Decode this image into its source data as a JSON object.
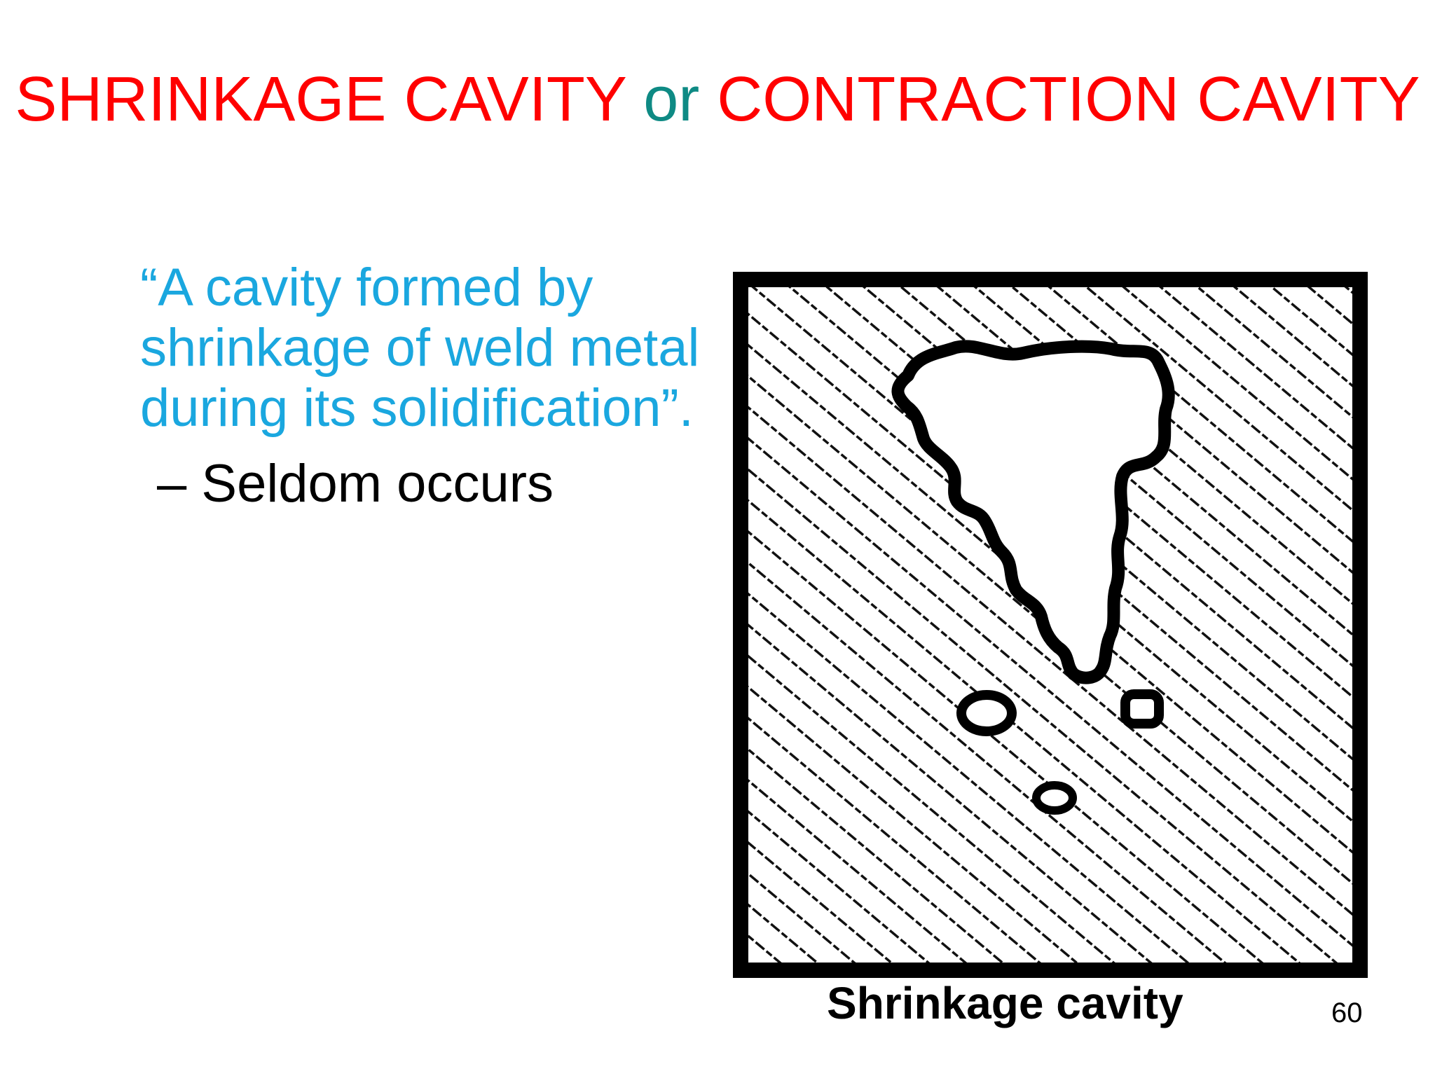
{
  "slide": {
    "title_part1": "SHRINKAGE CAVITY ",
    "title_connector": "or",
    "title_part2": " CONTRACTION CAVITY",
    "definition": "“A cavity formed by shrinkage of weld metal during its solidification”.",
    "sub_bullet": "– Seldom occurs",
    "figure_caption": "Shrinkage cavity",
    "page_number": "60"
  },
  "colors": {
    "title": "#ff0000",
    "connector": "#0e8a84",
    "definition": "#1aa7df",
    "body_text": "#000000"
  }
}
